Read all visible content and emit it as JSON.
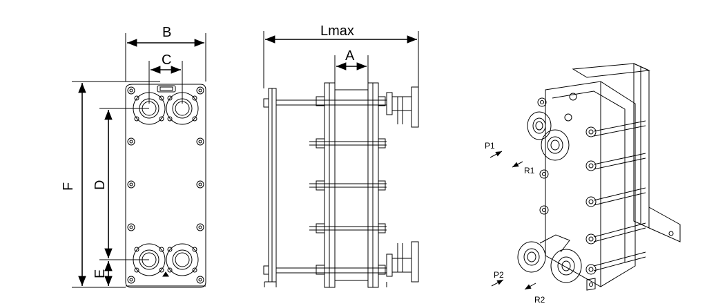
{
  "dimensions": {
    "B": "B",
    "C": "C",
    "D": "D",
    "E": "E",
    "F": "F",
    "Lmax": "Lmax",
    "A": "A"
  },
  "ports": {
    "P1": "P1",
    "R1": "R1",
    "P2": "P2",
    "R2": "R2"
  }
}
